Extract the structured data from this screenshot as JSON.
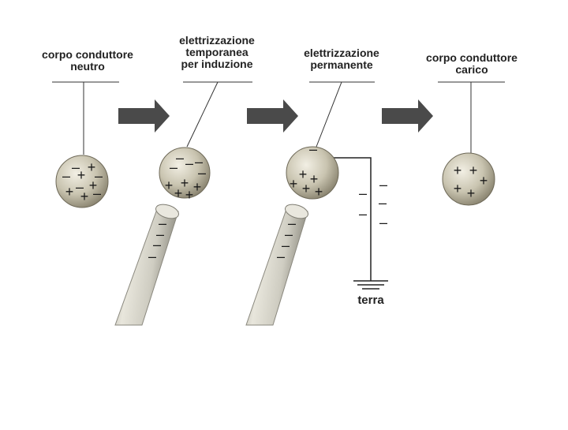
{
  "stages": [
    {
      "lines": [
        "corpo conduttore",
        "neutro"
      ]
    },
    {
      "lines": [
        "elettrizzazione",
        "temporanea",
        "per induzione"
      ]
    },
    {
      "lines": [
        "elettrizzazione",
        "permanente"
      ]
    },
    {
      "lines": [
        "corpo conduttore",
        "carico"
      ]
    }
  ],
  "ground_label": "terra",
  "symbols": {
    "plus": "+",
    "minus": "–"
  },
  "colors": {
    "arrow": "#4a4a4a",
    "sphere_light": "#efece0",
    "sphere_dark": "#8c8672",
    "rod_light": "#e3e1d6",
    "rod_dark": "#9c9a8e",
    "line": "#333333"
  }
}
